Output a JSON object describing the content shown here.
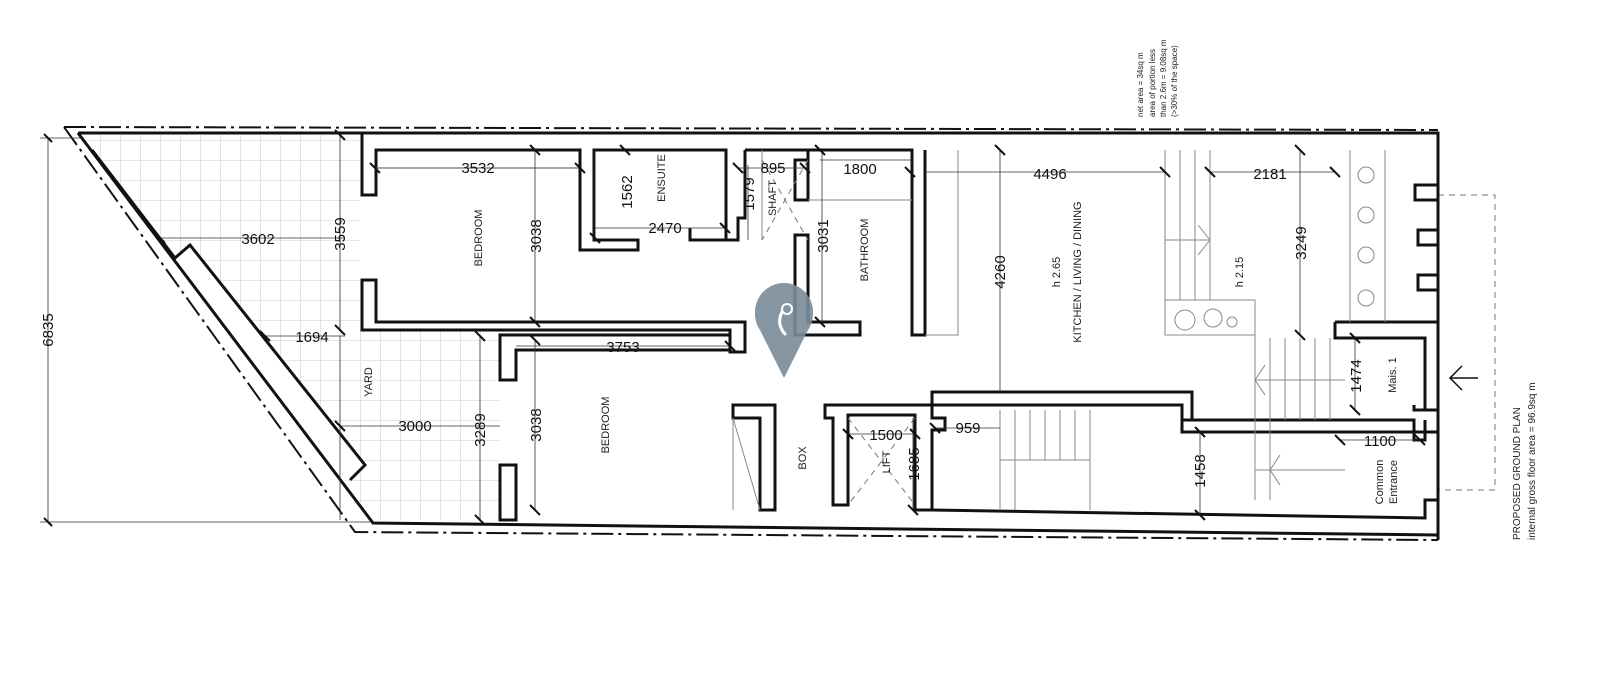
{
  "plan": {
    "title": "PROPOSED GROUND PLAN",
    "subtitle": "internal gross floor area = 96.9sq m",
    "notes": [
      "net area = 34sq m",
      "area of portion less",
      "than 2.6m = 9.08sq m",
      "(>30% of the space)"
    ],
    "rooms": {
      "bedroom_1": "BEDROOM",
      "ensuite": "ENSUITE",
      "shaft": "SHAFT",
      "bathroom": "BATHROOM",
      "kitchen": "KITCHEN / LIVING / DINING",
      "kitchen_height": "h 2.65",
      "rear_height": "h 2.15",
      "yard": "YARD",
      "bedroom_2": "BEDROOM",
      "box": "BOX",
      "lift": "LIFT",
      "mais": "Mais. 1",
      "common_entrance_1": "Common",
      "common_entrance_2": "Entrance"
    },
    "dimensions": {
      "overall_depth": "6835",
      "yard_top_width": "3602",
      "yard_top_depth": "3559",
      "yard_mid": "1694",
      "yard_bottom_width": "3000",
      "yard_bottom_depth": "3289",
      "bedroom1_width": "3532",
      "bedroom1_depth": "3038",
      "ensuite_depth": "1562",
      "ensuite_width": "2470",
      "shaft_width": "895",
      "shaft_depth": "1579",
      "bathroom_width": "1800",
      "bathroom_depth": "3031",
      "kitchen_width": "4496",
      "kitchen_depth": "4260",
      "rear_width": "2181",
      "rear_depth": "3249",
      "bedroom2_width": "3753",
      "bedroom2_depth": "3038",
      "lift_width": "1500",
      "lift_depth": "1685",
      "stair_width": "959",
      "stair_depth": "1458",
      "mais_depth": "1474",
      "entrance_width": "1100"
    },
    "entry_arrow": "arrow-left-icon",
    "marker": {
      "icon": "map-pin-icon",
      "color": "#7a8b99"
    }
  }
}
